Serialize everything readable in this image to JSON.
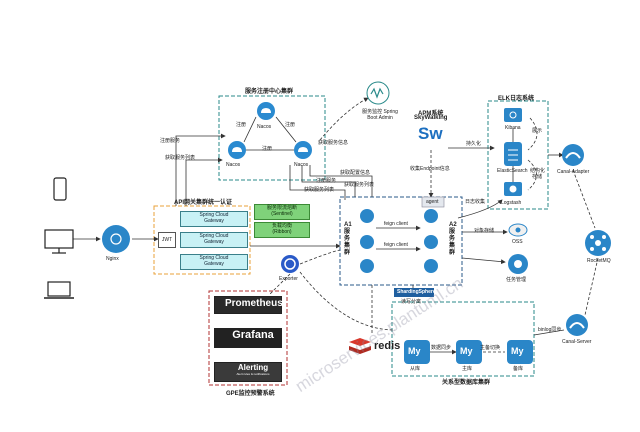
{
  "registry": {
    "title": "服务注册中心集群",
    "nacos_top": "Nacos",
    "nacos_left": "Nacos",
    "nacos_right": "Nacos",
    "edge_register_left": "注册",
    "edge_register_right": "注册",
    "edge_register_mid": "注册"
  },
  "admin": {
    "label": "服务监控 Spring Boot Admin"
  },
  "apm": {
    "title_line1": "APM系统",
    "title_line2": "SkyWalking",
    "logo": "Sw",
    "agent": "agent"
  },
  "elk": {
    "title": "ELK日志系统",
    "kibana": "Kibana",
    "elasticsearch": "ElasticSearch",
    "logstash": "Logstash",
    "edge_show": "展示",
    "edge_structured_line1": "结构化",
    "edge_structured_line2": "存储"
  },
  "gateway": {
    "title": "API网关集群统一认证",
    "jwt": "JWT",
    "node_label_line1": "Spring Cloud",
    "node_label_line2": "Gateway",
    "sentinel_line1": "服务限流熔断",
    "sentinel_line2": "(Sentinel)",
    "ribbon_line1": "负载均衡",
    "ribbon_line2": "(Ribbon)"
  },
  "services": {
    "a1_label": "A1服务集群",
    "a2_label": "A2服务集群",
    "feign1": "feign client",
    "feign2": "feign client"
  },
  "clients": {
    "nginx": "Nginx"
  },
  "exporter": "Exporter",
  "monitor": {
    "title": "GPE监控预警系统",
    "prometheus": "Prometheus",
    "grafana": "Grafana",
    "alerting": "Alerting",
    "alerting_sub": "Alert rules & notifications"
  },
  "redis": "redis",
  "sharding": {
    "logo": "ShardingSphere",
    "rw": "读写分离"
  },
  "db": {
    "title": "关系型数据库集群",
    "slave": "从库",
    "master": "主库",
    "standby": "备库",
    "sync": "数据同步",
    "master_standby": "主备切换",
    "my": "My"
  },
  "oss": {
    "label": "OSS",
    "edge": "对象存储"
  },
  "tasks": {
    "label": "任务管理"
  },
  "mq": {
    "canal_adapter": "Canal-Adapter",
    "rocketmq": "RocketMQ",
    "canal_server": "Canal-Server",
    "binlog": "binlog同步"
  },
  "edges": {
    "register_service": "注册服务",
    "get_service_list": "获取服务列表",
    "get_service_list2": "获取服务列表",
    "register_service2": "注册服务",
    "get_service_list3": "获取服务列表",
    "get_config": "获取配置信息",
    "collect_endpoint": "收集Endpoint信息",
    "persist": "持久化",
    "log_collect": "日志收集",
    "get_service_info": "获取服务信息"
  },
  "watermark": "microservices.plantuml.cn"
}
